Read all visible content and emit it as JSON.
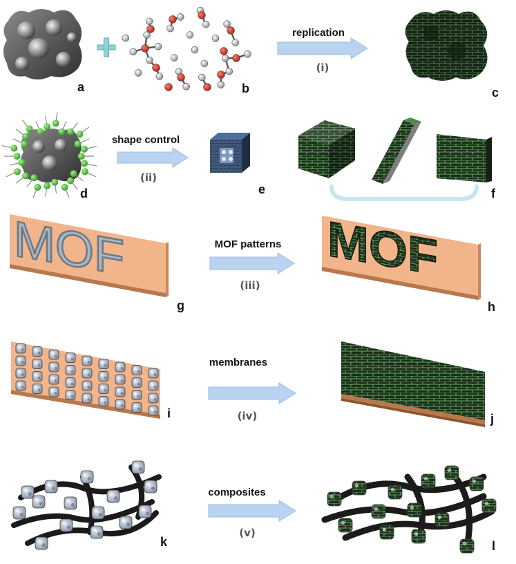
{
  "panels": {
    "a": "a",
    "b": "b",
    "c": "c",
    "d": "d",
    "e": "e",
    "f": "f",
    "g": "g",
    "h": "h",
    "i": "i",
    "j": "j",
    "k": "k",
    "l": "l"
  },
  "steps": [
    {
      "label": "replication",
      "numeral": "(i)"
    },
    {
      "label": "shape control",
      "numeral": "(ii)"
    },
    {
      "label": "MOF patterns",
      "numeral": "(iii)"
    },
    {
      "label": "membranes",
      "numeral": "(iv)"
    },
    {
      "label": "composites",
      "numeral": "(v)"
    }
  ],
  "pattern_text_g": "MOF",
  "pattern_text_h": "MOF",
  "colors": {
    "arrow": "#b9d3f0",
    "substrate": "#f2b48a",
    "mof_green": "#3f7d3a",
    "template_grey": "#5a5a5a",
    "plus": "#8fd3d8",
    "nanoparticle": "#4cbf3a",
    "oxygen": "#c0392b"
  },
  "icons": [
    "plus-icon",
    "arrow-icon"
  ]
}
